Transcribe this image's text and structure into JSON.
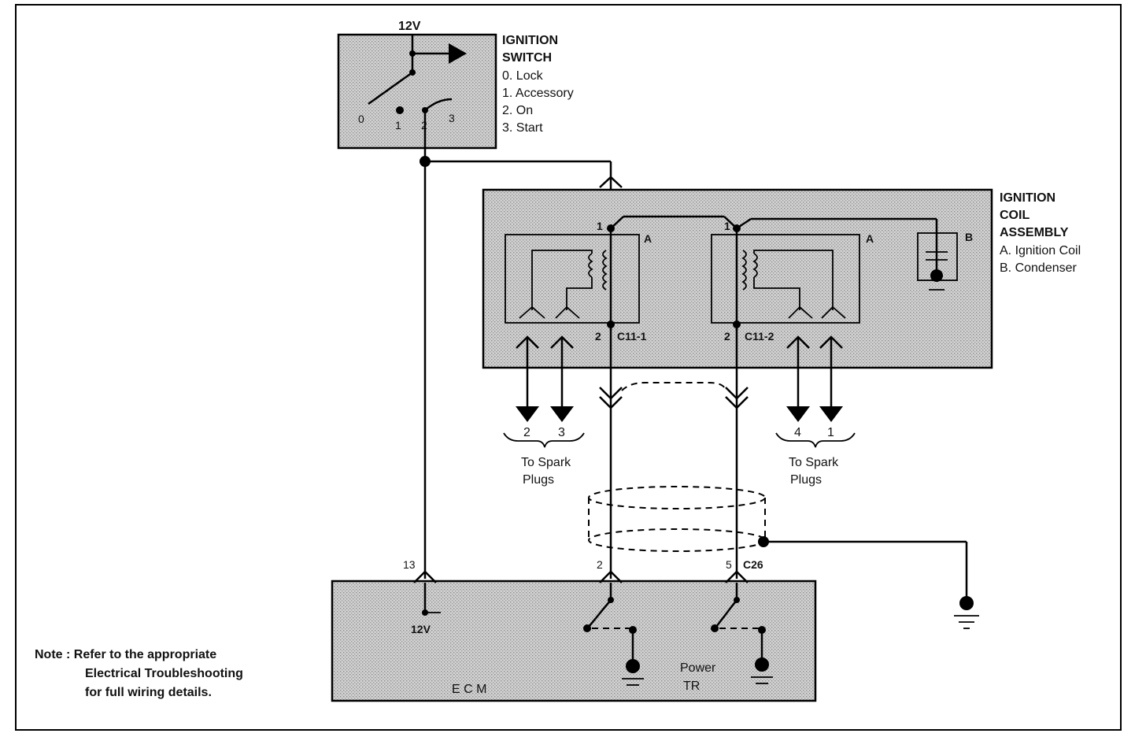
{
  "ignition_switch": {
    "supply": "12V",
    "title_line1": "IGNITION",
    "title_line2": "SWITCH",
    "positions": [
      "0. Lock",
      "1. Accessory",
      "2. On",
      "3. Start"
    ],
    "terminals": [
      "0",
      "1",
      "2",
      "3"
    ]
  },
  "coil_assembly": {
    "title_line1": "IGNITION",
    "title_line2": "COIL",
    "title_line3": "ASSEMBLY",
    "legend_a": "A. Ignition Coil",
    "legend_b": "B. Condenser",
    "label_a": "A",
    "label_b": "B",
    "left_pin_top": "1",
    "right_pin_top": "1",
    "left_pin_bottom": "2",
    "left_connector": "C11-1",
    "right_pin_bottom": "2",
    "right_connector": "C11-2"
  },
  "spark_plugs_left": {
    "numbers": [
      "2",
      "3"
    ],
    "label_line1": "To Spark",
    "label_line2": "Plugs"
  },
  "spark_plugs_right": {
    "numbers": [
      "4",
      "1"
    ],
    "label_line1": "To Spark",
    "label_line2": "Plugs"
  },
  "ecm": {
    "pin_13": "13",
    "pin_2": "2",
    "pin_5": "5",
    "connector": "C26",
    "internal_supply": "12V",
    "name": "E C M",
    "power_tr_line1": "Power",
    "power_tr_line2": "TR"
  },
  "note": {
    "line1": "Note : Refer to the appropriate",
    "line2": "Electrical Troubleshooting",
    "line3": "for full wiring details."
  }
}
